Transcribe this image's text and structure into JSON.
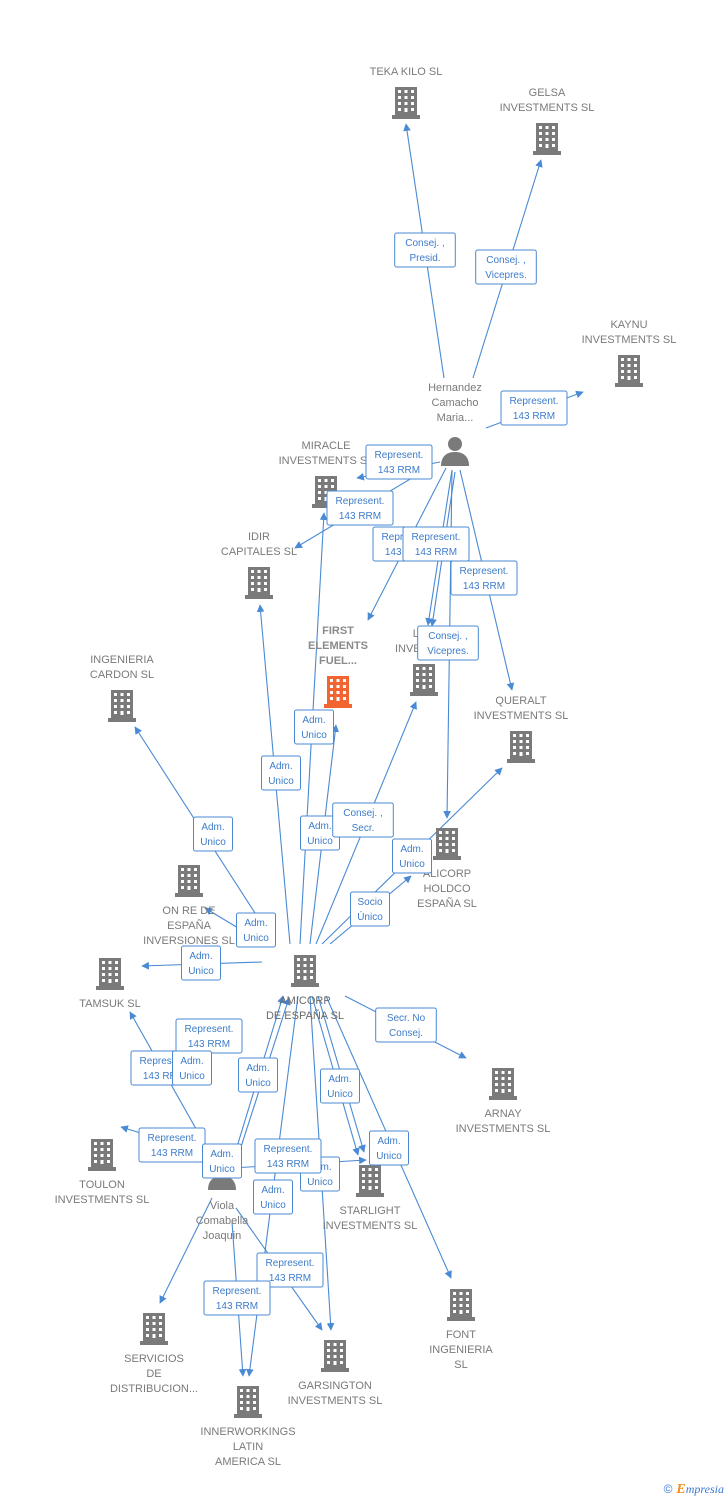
{
  "colors": {
    "edge": "#4a8ad4",
    "node": "#7a7a7a",
    "highlight": "#f26532"
  },
  "nodes": [
    {
      "id": "teka",
      "type": "company",
      "lines": [
        "TEKA KILO  SL"
      ],
      "label_pos": "above"
    },
    {
      "id": "gelsa",
      "type": "company",
      "lines": [
        "GELSA",
        "INVESTMENTS SL"
      ],
      "label_pos": "above"
    },
    {
      "id": "kaynu",
      "type": "company",
      "lines": [
        "KAYNU",
        "INVESTMENTS SL"
      ],
      "label_pos": "above"
    },
    {
      "id": "hernandez",
      "type": "person",
      "lines": [
        "Hernandez",
        "Camacho",
        "Maria..."
      ],
      "label_pos": "above"
    },
    {
      "id": "miracle",
      "type": "company",
      "lines": [
        "MIRACLE",
        "INVESTMENTS SL"
      ],
      "label_pos": "above"
    },
    {
      "id": "idir",
      "type": "company",
      "lines": [
        "IDIR",
        "CAPITALES SL"
      ],
      "label_pos": "above"
    },
    {
      "id": "first",
      "type": "company",
      "highlight": true,
      "lines": [
        "FIRST",
        "ELEMENTS",
        "FUEL..."
      ],
      "label_pos": "above"
    },
    {
      "id": "lam",
      "type": "company",
      "lines": [
        "LAM",
        "INVESTM..."
      ],
      "label_pos": "above"
    },
    {
      "id": "ingenieria",
      "type": "company",
      "lines": [
        "INGENIERIA",
        "CARDON  SL"
      ],
      "label_pos": "above"
    },
    {
      "id": "queralt",
      "type": "company",
      "lines": [
        "QUERALT",
        "INVESTMENTS SL"
      ],
      "label_pos": "above"
    },
    {
      "id": "alicorp",
      "type": "company",
      "lines": [
        "ALICORP",
        "HOLDCO",
        "ESPAÑA  SL"
      ],
      "label_pos": "below"
    },
    {
      "id": "onre",
      "type": "company",
      "lines": [
        "ON RE DE",
        "ESPAÑA",
        "INVERSIONES SL"
      ],
      "label_pos": "below"
    },
    {
      "id": "amicorp",
      "type": "company",
      "main": true,
      "lines": [
        "AMICORP",
        "DE ESPAÑA SL"
      ],
      "label_pos": "below"
    },
    {
      "id": "tamsuk",
      "type": "company",
      "lines": [
        "TAMSUK SL"
      ],
      "label_pos": "below"
    },
    {
      "id": "arnay",
      "type": "company",
      "lines": [
        "ARNAY",
        "INVESTMENTS SL"
      ],
      "label_pos": "below"
    },
    {
      "id": "toulon",
      "type": "company",
      "lines": [
        "TOULON",
        "INVESTMENTS SL"
      ],
      "label_pos": "below"
    },
    {
      "id": "viola",
      "type": "person",
      "lines": [
        "Viola",
        "Comabella",
        "Joaquin"
      ],
      "label_pos": "below"
    },
    {
      "id": "starlight",
      "type": "company",
      "lines": [
        "STARLIGHT",
        "INVESTMENTS SL"
      ],
      "label_pos": "below"
    },
    {
      "id": "font",
      "type": "company",
      "lines": [
        "FONT",
        "INGENIERIA",
        "SL"
      ],
      "label_pos": "below"
    },
    {
      "id": "servicios",
      "type": "company",
      "lines": [
        "SERVICIOS",
        "DE",
        "DISTRIBUCION..."
      ],
      "label_pos": "below"
    },
    {
      "id": "garsington",
      "type": "company",
      "lines": [
        "GARSINGTON",
        "INVESTMENTS SL"
      ],
      "label_pos": "below"
    },
    {
      "id": "innerworkings",
      "type": "company",
      "lines": [
        "INNERWORKINGS",
        "LATIN",
        "AMERICA  SL"
      ],
      "label_pos": "below"
    }
  ],
  "edges": [
    {
      "from": "hernandez",
      "to": "teka",
      "lines": [
        "Consej. ,",
        "Presid."
      ]
    },
    {
      "from": "hernandez",
      "to": "gelsa",
      "lines": [
        "Consej. ,",
        "Vicepres."
      ]
    },
    {
      "from": "hernandez",
      "to": "kaynu",
      "lines": [
        "Represent.",
        "143 RRM"
      ]
    },
    {
      "from": "hernandez",
      "to": "miracle",
      "lines": [
        "Represent.",
        "143 RRM"
      ]
    },
    {
      "from": "hernandez",
      "to": "idir",
      "lines": [
        "Represent.",
        "143 RRM"
      ]
    },
    {
      "from": "hernandez",
      "to": "first",
      "lines": [
        "Represent.",
        "143 RRM"
      ]
    },
    {
      "from": "hernandez",
      "to": "lam",
      "lines": [
        "Represent.",
        "143 RRM"
      ]
    },
    {
      "from": "hernandez",
      "to": "lam",
      "lines": [
        "Consej. ,",
        "Vicepres."
      ]
    },
    {
      "from": "hernandez",
      "to": "queralt",
      "lines": [
        "Represent.",
        "143 RRM"
      ]
    },
    {
      "from": "hernandez",
      "to": "alicorp",
      "lines": []
    },
    {
      "from": "amicorp",
      "to": "first",
      "lines": [
        "Adm.",
        "Unico"
      ]
    },
    {
      "from": "amicorp",
      "to": "idir",
      "lines": [
        "Adm.",
        "Unico"
      ]
    },
    {
      "from": "amicorp",
      "to": "miracle",
      "lines": [
        "Adm.",
        "Unico"
      ]
    },
    {
      "from": "amicorp",
      "to": "lam",
      "lines": [
        "Consej. ,",
        "Secr."
      ]
    },
    {
      "from": "amicorp",
      "to": "ingenieria",
      "lines": [
        "Adm.",
        "Unico"
      ]
    },
    {
      "from": "amicorp",
      "to": "queralt",
      "lines": [
        "Adm.",
        "Unico"
      ]
    },
    {
      "from": "amicorp",
      "to": "alicorp",
      "lines": [
        "Socio",
        "Único"
      ]
    },
    {
      "from": "amicorp",
      "to": "onre",
      "lines": [
        "Adm.",
        "Unico"
      ]
    },
    {
      "from": "amicorp",
      "to": "tamsuk",
      "lines": [
        "Adm.",
        "Unico"
      ]
    },
    {
      "from": "amicorp",
      "to": "arnay",
      "lines": [
        "Secr.  No",
        "Consej."
      ]
    },
    {
      "from": "amicorp",
      "to": "starlight",
      "lines": [
        "Adm.",
        "Unico"
      ]
    },
    {
      "from": "amicorp",
      "to": "font",
      "lines": [
        "Adm.",
        "Unico"
      ]
    },
    {
      "from": "amicorp",
      "to": "garsington",
      "lines": [
        "Adm.",
        "Unico"
      ]
    },
    {
      "from": "amicorp",
      "to": "innerworkings",
      "lines": [
        "Adm.",
        "Unico"
      ]
    },
    {
      "from": "viola",
      "to": "amicorp",
      "lines": [
        "Represent.",
        "143 RRM"
      ]
    },
    {
      "from": "viola",
      "to": "tamsuk",
      "lines": [
        "Represent.",
        "143 RRM"
      ]
    },
    {
      "from": "viola",
      "to": "toulon",
      "lines": [
        "Adm.",
        "Unico"
      ]
    },
    {
      "from": "viola",
      "to": "servicios",
      "lines": [
        "Represent.",
        "143 RRM"
      ]
    },
    {
      "from": "viola",
      "to": "amicorp",
      "lines": [
        "Adm.",
        "Unico"
      ]
    },
    {
      "from": "viola",
      "to": "starlight",
      "lines": [
        "Represent.",
        "143 RRM"
      ]
    },
    {
      "from": "viola",
      "to": "garsington",
      "lines": [
        "Represent.",
        "143 RRM"
      ]
    },
    {
      "from": "viola",
      "to": "innerworkings",
      "lines": [
        "Represent.",
        "143 RRM"
      ]
    },
    {
      "from": "amicorp",
      "to": "starlight",
      "lines": [
        "Adm.",
        "Unico"
      ]
    }
  ],
  "footer": {
    "copyright": "©",
    "brand_first": "E",
    "brand_rest": "mpresia"
  }
}
